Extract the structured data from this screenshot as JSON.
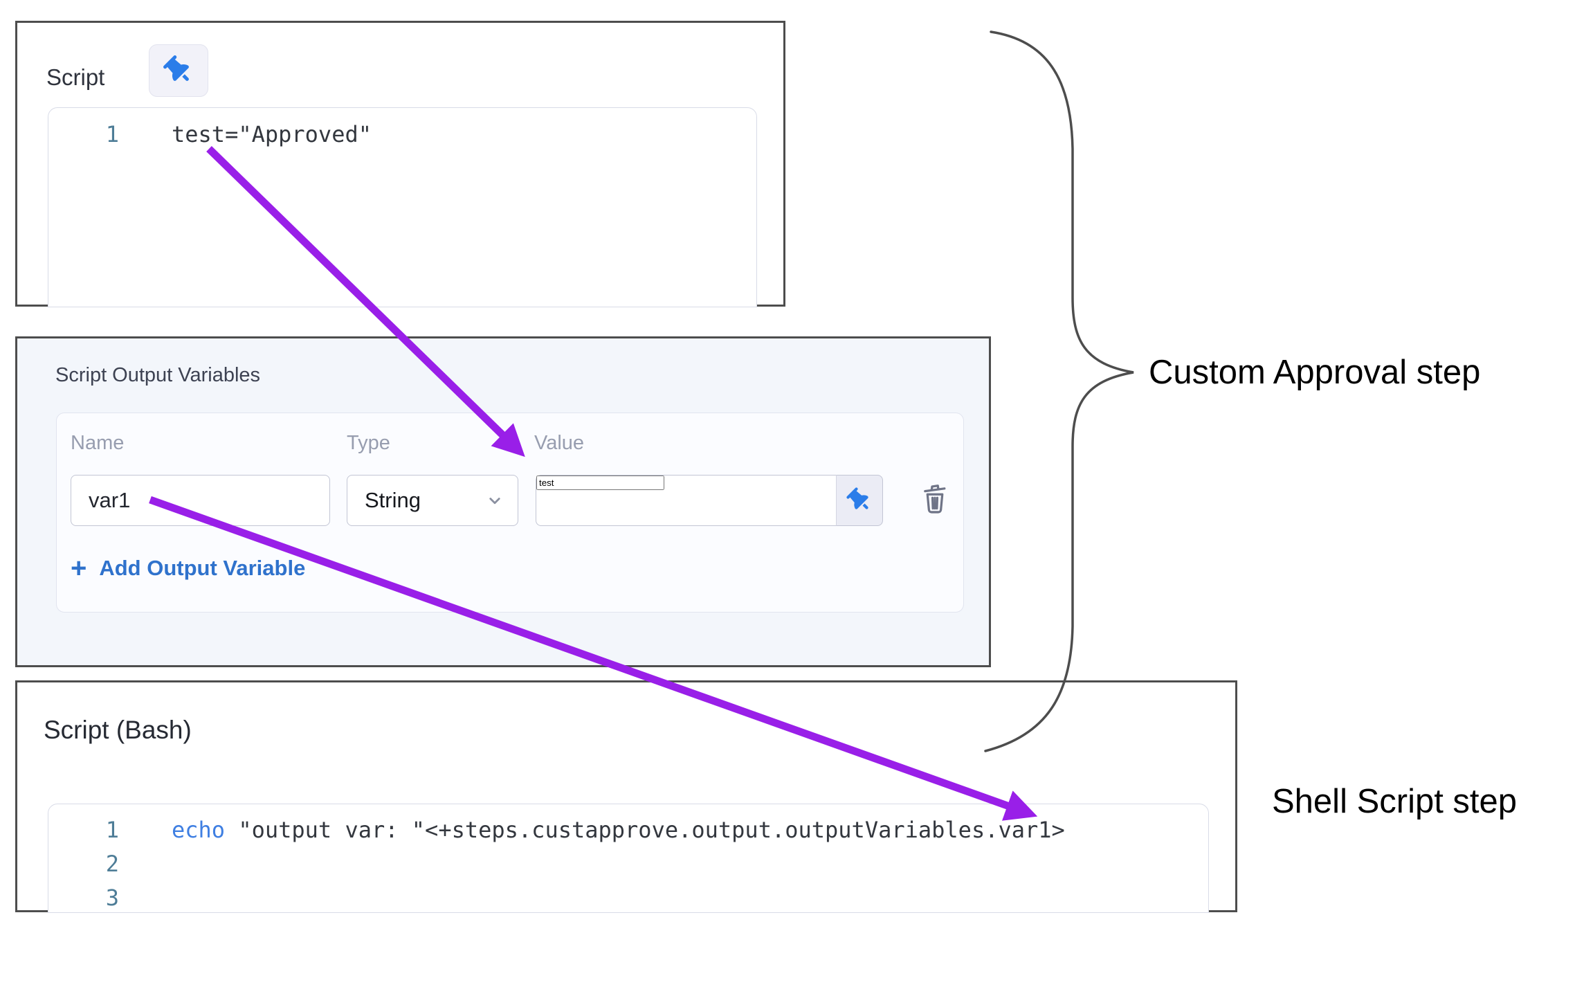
{
  "custom_approval": {
    "label": "Custom Approval step",
    "script": {
      "title": "Script",
      "lines": [
        {
          "number": "1",
          "code": "test=\"Approved\""
        }
      ]
    },
    "variables": {
      "title": "Script Output Variables",
      "columns": [
        "Name",
        "Type",
        "Value"
      ],
      "rows": [
        {
          "name": "var1",
          "type": "String",
          "value": "test"
        }
      ],
      "add_plus": "+",
      "add_label": "Add Output Variable"
    }
  },
  "shell_script": {
    "label": "Shell Script step",
    "title": "Script (Bash)",
    "lines": [
      {
        "number": "1",
        "keyword": "echo",
        "code": " \"output var: \"<+steps.custapprove.output.outputVariables.var1>"
      },
      {
        "number": "2",
        "keyword": "",
        "code": ""
      },
      {
        "number": "3",
        "keyword": "",
        "code": ""
      }
    ]
  },
  "colors": {
    "panel_border": "#4d4d4d",
    "arrow_purple": "#991fe8",
    "pin_blue": "#2b7de9",
    "keyword_blue": "#3f7fe2",
    "line_number_teal": "#4e7d97",
    "link_blue": "#2f72cc",
    "panel_bg_light": "#f3f6fb"
  }
}
